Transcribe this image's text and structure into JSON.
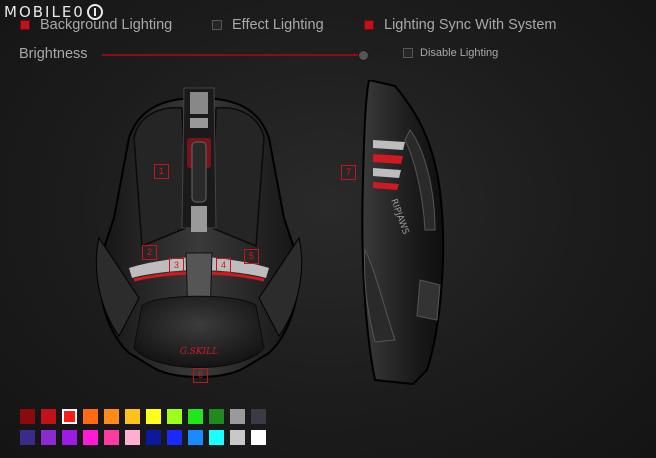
{
  "logo": {
    "text": "MOBILE0"
  },
  "options": {
    "background_lighting": {
      "label": "Background Lighting",
      "checked": true
    },
    "effect_lighting": {
      "label": "Effect Lighting",
      "checked": false
    },
    "lighting_sync": {
      "label": "Lighting Sync With System",
      "checked": true
    },
    "disable_lighting": {
      "label": "Disable Lighting",
      "checked": false
    }
  },
  "brightness": {
    "label": "Brightness",
    "value": 1.0
  },
  "zones": [
    "1",
    "2",
    "3",
    "4",
    "5",
    "6",
    "7"
  ],
  "side_text": "RIPJAWS",
  "palette": {
    "row1": [
      "#8b0a0f",
      "#c1111b",
      "#ff1a1a",
      "#ff6a13",
      "#ff8c1a",
      "#ffc21a",
      "#ffff1a",
      "#a0ff1a",
      "#22e61a",
      "#1f8a1f",
      "#9a9a9a",
      "#3b3b48"
    ],
    "row2": [
      "#3a2a8a",
      "#8a2ad0",
      "#a01ae6",
      "#ff1ad6",
      "#ff3aa0",
      "#ffb0d0",
      "#0a1a9a",
      "#1a2aff",
      "#1a8aff",
      "#1affff",
      "#c8c8c8",
      "#ffffff"
    ],
    "selected_color": "#ff1a1a"
  },
  "colors": {
    "accent": "#c1111b",
    "text": "#a8a8a8"
  }
}
